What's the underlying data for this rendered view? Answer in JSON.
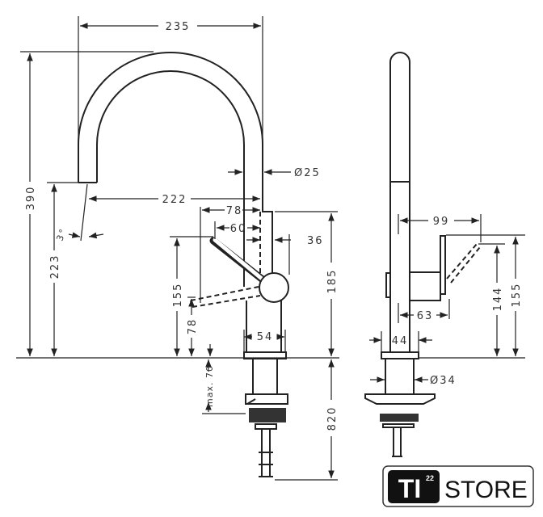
{
  "front_view": {
    "width_235": "235",
    "spout_diameter": "Ø25",
    "reach_222": "222",
    "lever_78": "78",
    "lever_60": "60",
    "lever_36": "36",
    "angle": "3°",
    "height_390": "390",
    "height_223": "223",
    "height_155": "155",
    "height_78": "78",
    "height_185": "185",
    "max_thickness": "max. 70",
    "base_54": "54",
    "hose_820": "820"
  },
  "side_view": {
    "depth_99": "99",
    "height_144": "144",
    "height_155": "155",
    "depth_63": "63",
    "base_44": "44",
    "shank_diameter": "Ø34"
  },
  "logo": {
    "mark": "TI",
    "superscript": "22",
    "word": "STORE"
  }
}
